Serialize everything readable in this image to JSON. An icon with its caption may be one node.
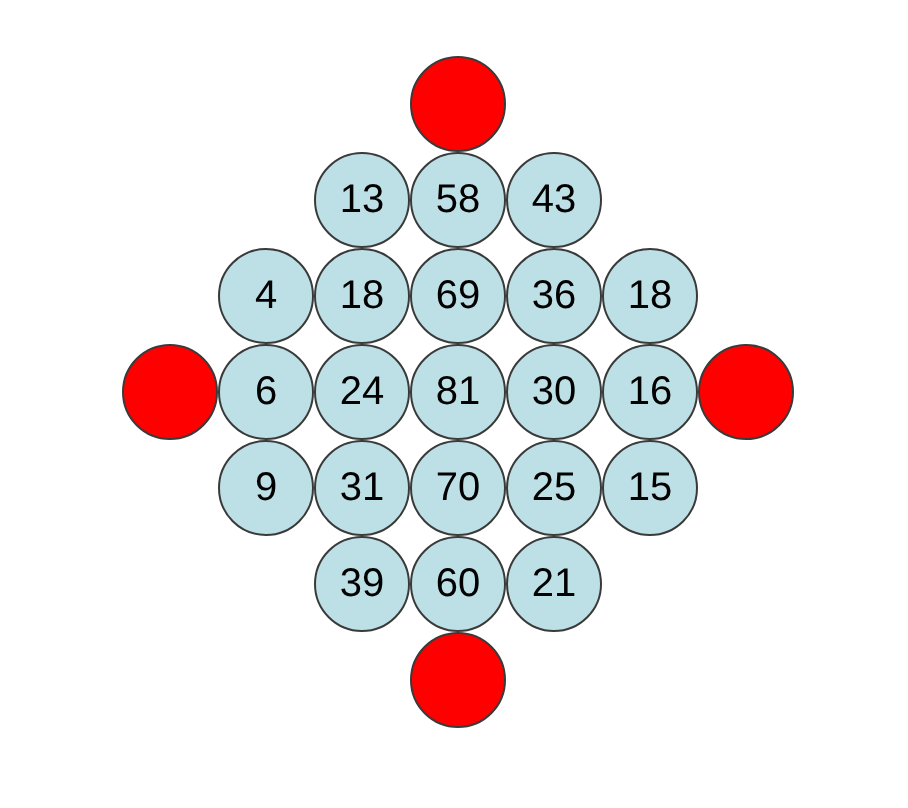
{
  "diagram": {
    "nodes": [
      {
        "text": [],
        "shape": "circle"
      },
      {
        "text": [
          "13"
        ]
      },
      {
        "text": [
          "58"
        ]
      },
      {
        "text": [
          "43"
        ]
      },
      {
        "text": [
          "4"
        ]
      },
      {
        "text": [
          "18"
        ]
      },
      {
        "text": [
          "69"
        ]
      },
      {
        "text": [
          "36"
        ]
      },
      {
        "text": [
          "18"
        ]
      },
      {
        "text": [],
        "shape": "circle"
      },
      {
        "text": [
          "6"
        ]
      },
      {
        "text": [
          "24"
        ]
      },
      {
        "text": [
          "81"
        ]
      },
      {
        "text": [
          "30"
        ]
      },
      {
        "text": [
          "16"
        ]
      },
      {
        "text": [],
        "shape": "circle"
      },
      {
        "text": [
          "9"
        ]
      },
      {
        "text": [
          "31"
        ]
      },
      {
        "text": [
          "70"
        ]
      },
      {
        "text": [
          "25"
        ]
      },
      {
        "text": [
          "15"
        ]
      },
      {
        "text": [
          "39"
        ]
      },
      {
        "text": [
          "60"
        ]
      },
      {
        "text": [
          "21"
        ]
      },
      {
        "text": [],
        "shape": "circle"
      }
    ]
  }
}
